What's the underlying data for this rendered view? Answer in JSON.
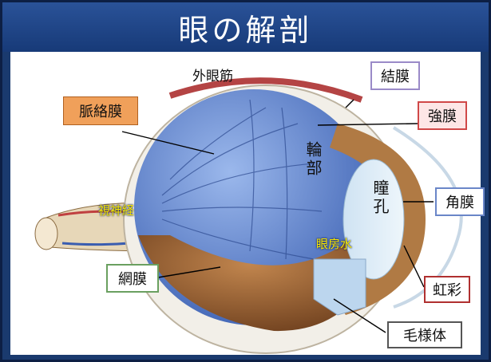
{
  "title": "眼の解剖",
  "labels": {
    "extraocular_muscle": "外眼筋",
    "choroid": "脈絡膜",
    "conjunctiva": "結膜",
    "sclera": "強膜",
    "ring_part": "輪部",
    "pupil": "瞳孔",
    "cornea": "角膜",
    "optic_nerve": "視神経",
    "aqueous_humor": "眼房水",
    "retina": "網膜",
    "iris": "虹彩",
    "ciliary_body": "毛様体"
  },
  "colors": {
    "frame_navy": "#1a3a6e",
    "choroid_box": "#f0a05a",
    "sclera_box_border": "#d04848",
    "conjunctiva_box_border": "#9a8ac8",
    "retina_box_border": "#6aa060",
    "label_yellow": "#f7e600"
  }
}
